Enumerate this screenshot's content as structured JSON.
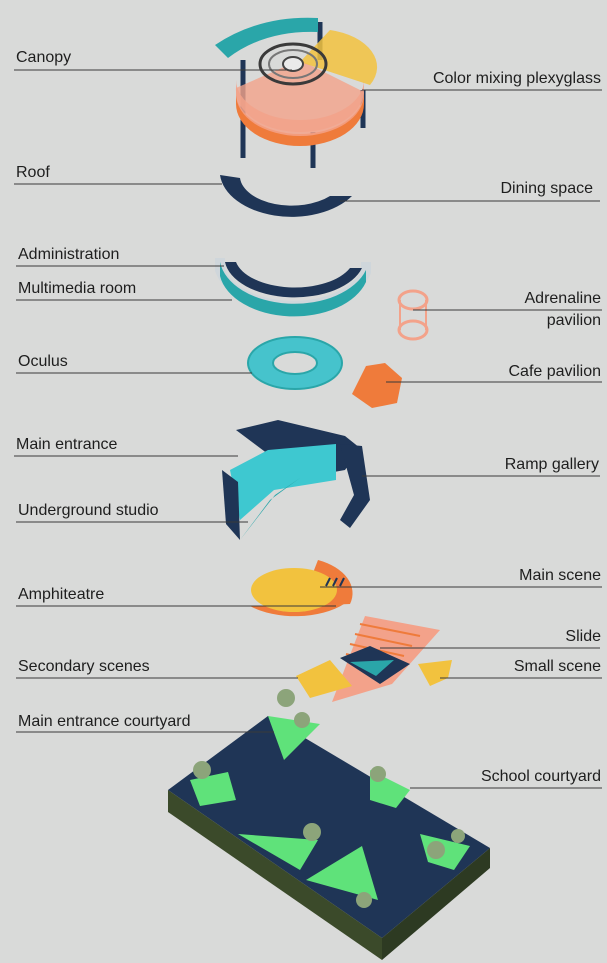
{
  "colors": {
    "background": "#d9dad9",
    "navy": "#1f3556",
    "teal": "#2aa6a9",
    "cyan": "#3ec8d0",
    "orange": "#ef7b3b",
    "salmon": "#f3a28a",
    "yellow": "#f2c23e",
    "green": "#5fe27a",
    "olive": "#3b4a2a"
  },
  "labels": {
    "canopy": "Canopy",
    "color_mixing": "Color mixing plexyglass",
    "roof": "Roof",
    "dining": "Dining space",
    "administration": "Administration",
    "multimedia": "Multimedia room",
    "adrenaline_1": "Adrenaline",
    "adrenaline_2": "pavilion",
    "oculus": "Oculus",
    "cafe": "Cafe pavilion",
    "main_entrance": "Main entrance",
    "ramp_gallery": "Ramp gallery",
    "underground": "Underground studio",
    "main_scene": "Main scene",
    "amphitheatre": "Amphiteatre",
    "slide": "Slide",
    "secondary": "Secondary scenes",
    "small_scene": "Small scene",
    "courtyard_entrance": "Main entrance courtyard",
    "school_courtyard": "School courtyard"
  }
}
